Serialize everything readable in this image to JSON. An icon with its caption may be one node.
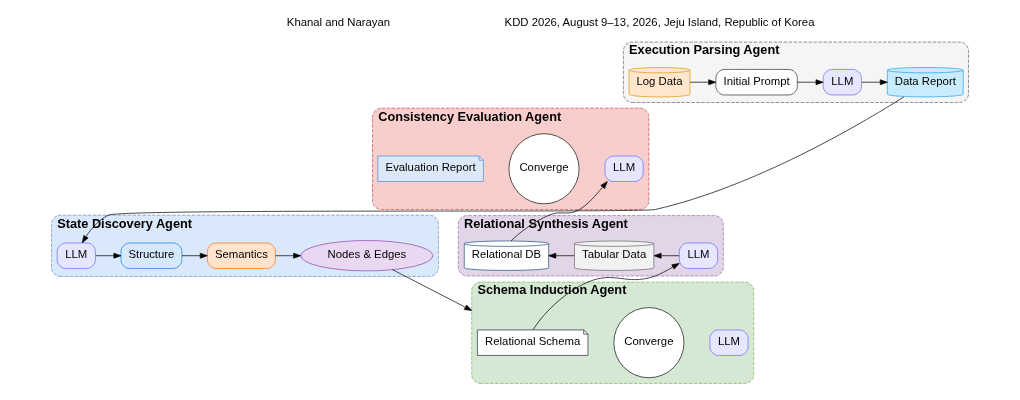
{
  "diagram": {
    "nodes": [
      {
        "text": [
          "Execution Parsing Agent"
        ]
      },
      {
        "text": [
          "Log Data"
        ],
        "in": 0
      },
      {
        "text": [
          "Initial Prompt"
        ],
        "in": 0
      },
      {
        "text": [
          "LLM"
        ],
        "in": 0
      },
      {
        "text": [
          "Data Report"
        ],
        "in": 0
      },
      {
        "text": [
          "State Discovery Agent"
        ]
      },
      {
        "text": [
          "LLM"
        ],
        "in": 5
      },
      {
        "text": [
          "Structure"
        ],
        "in": 5
      },
      {
        "text": [
          "Semantics"
        ],
        "in": 5
      },
      {
        "text": [
          "Nodes & Edges"
        ],
        "in": 5
      },
      {
        "text": [
          "Schema Induction Agent"
        ]
      },
      {
        "text": [
          "Relational Schema"
        ],
        "in": 10
      },
      {
        "text": [
          "Converge"
        ],
        "in": 10
      },
      {
        "text": [
          "LLM"
        ],
        "in": 10
      },
      {
        "text": [
          "Relational Synthesis Agent"
        ]
      },
      {
        "text": [
          "LLM"
        ],
        "in": 14
      },
      {
        "text": [
          "Tabular Data"
        ],
        "in": 14
      },
      {
        "text": [
          "Relational DB"
        ],
        "in": 14
      },
      {
        "text": [
          "Consistency Evaluation Agent"
        ]
      },
      {
        "text": [
          "Evaluation Report"
        ],
        "in": 18
      },
      {
        "text": [
          "Converge"
        ],
        "in": 18
      },
      {
        "text": [
          "LLM"
        ],
        "in": 18
      }
    ],
    "edges": [
      {
        "from": 1,
        "to": 2,
        "arrow": "to"
      },
      {
        "from": 2,
        "to": 3,
        "arrow": "to"
      },
      {
        "from": 3,
        "to": 4,
        "arrow": "to"
      },
      {
        "from": 4,
        "to": 6,
        "arrow": "to"
      },
      {
        "from": 6,
        "to": 7,
        "arrow": "to"
      },
      {
        "from": 7,
        "to": 8,
        "arrow": "to"
      },
      {
        "from": 8,
        "to": 9,
        "arrow": "to"
      },
      {
        "from": 9,
        "to": 10,
        "arrow": "to"
      },
      {
        "from": 11,
        "to": 15,
        "arrow": "to"
      },
      {
        "from": 15,
        "to": 16,
        "arrow": "to"
      },
      {
        "from": 16,
        "to": 17,
        "arrow": "to"
      },
      {
        "from": 17,
        "to": 21,
        "arrow": "to"
      }
    ],
    "labels": [
      "KDD 2026, August 9–13, 2026, Jeju Island, Republic of Korea",
      "Khanal and Narayan"
    ]
  }
}
